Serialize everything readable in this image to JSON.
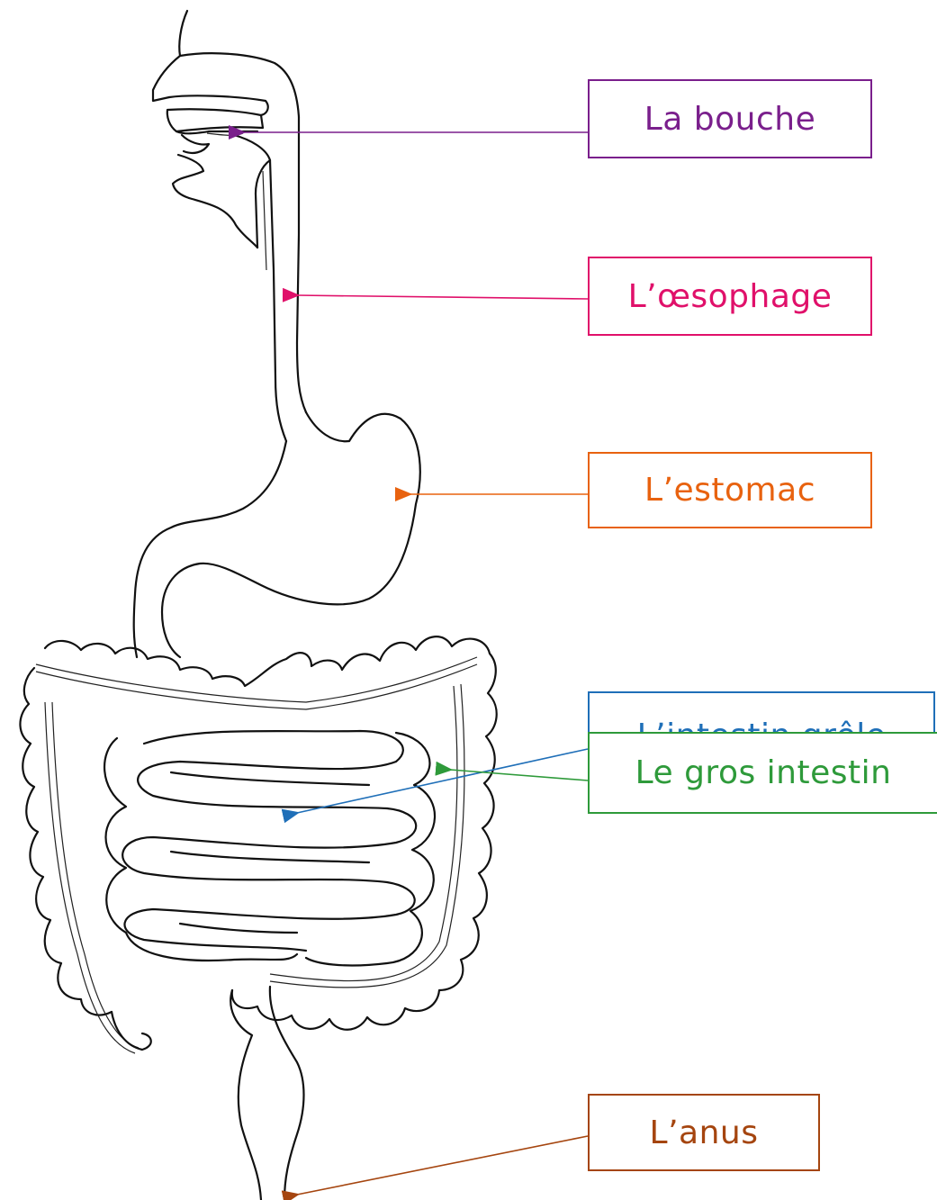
{
  "diagram": {
    "labels": [
      {
        "id": "bouche",
        "text": "La bouche",
        "color": "#7a1f8c"
      },
      {
        "id": "oesophage",
        "text": "L’œsophage",
        "color": "#e0106a"
      },
      {
        "id": "estomac",
        "text": "L’estomac",
        "color": "#e8620f"
      },
      {
        "id": "intestin-grele",
        "text": "L’intestin grêle",
        "color": "#1f6fb8"
      },
      {
        "id": "gros-intestin",
        "text": "Le gros intestin",
        "color": "#2e9a3a"
      },
      {
        "id": "anus",
        "text": "L’anus",
        "color": "#a5450f"
      }
    ]
  }
}
